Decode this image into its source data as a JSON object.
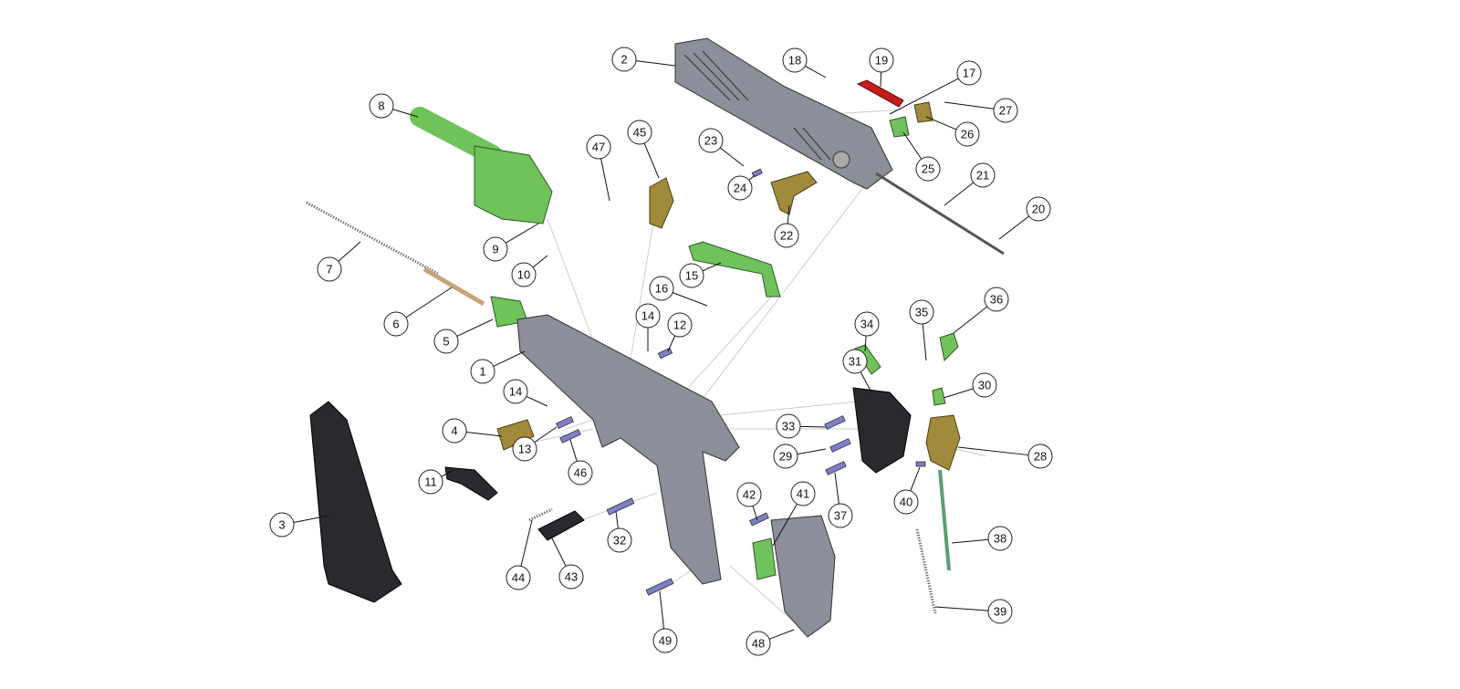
{
  "title": "Pistol exploded assembly view",
  "colors": {
    "frame": "#8c8e99",
    "green": "#6fc35a",
    "tan": "#a08a3c",
    "black": "#2a2a2e",
    "red": "#c51d1d",
    "pin": "#7d7fc8"
  },
  "balloons": [
    "2",
    "18",
    "19",
    "17",
    "27",
    "26",
    "25",
    "21",
    "20",
    "8",
    "47",
    "45",
    "23",
    "24",
    "22",
    "9",
    "10",
    "7",
    "15",
    "16",
    "6",
    "14",
    "12",
    "5",
    "1",
    "34",
    "35",
    "36",
    "31",
    "30",
    "14",
    "33",
    "4",
    "29",
    "28",
    "13",
    "46",
    "11",
    "40",
    "37",
    "42",
    "41",
    "3",
    "32",
    "38",
    "44",
    "43",
    "39",
    "49",
    "48"
  ]
}
